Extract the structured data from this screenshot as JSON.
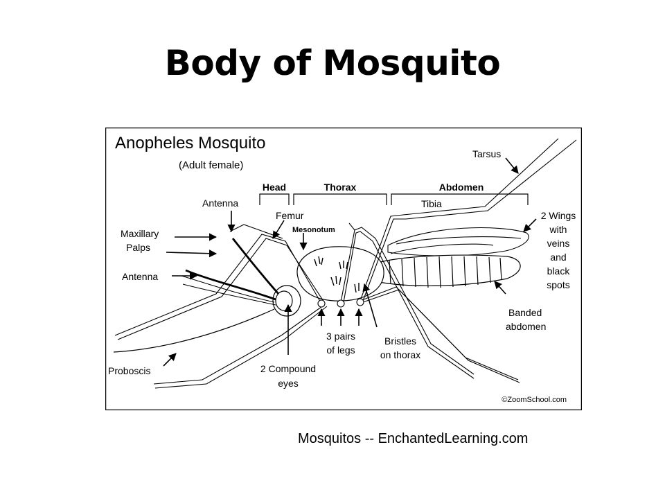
{
  "slide": {
    "title": "Body of Mosquito",
    "caption": "Mosquitos -- EnchantedLearning.com"
  },
  "diagram": {
    "title": "Anopheles Mosquito",
    "subtitle": "(Adult female)",
    "sections": {
      "head": "Head",
      "thorax": "Thorax",
      "abdomen": "Abdomen"
    },
    "labels": {
      "tarsus": "Tarsus",
      "tibia": "Tibia",
      "antenna_top": "Antenna",
      "femur": "Femur",
      "mesonotum": "Mesonotum",
      "maxillary_1": "Maxillary",
      "maxillary_2": "Palps",
      "antenna_left": "Antenna",
      "wings_1": "2 Wings",
      "wings_2": "with",
      "wings_3": "veins",
      "wings_4": "and",
      "wings_5": "black",
      "wings_6": "spots",
      "banded_1": "Banded",
      "banded_2": "abdomen",
      "legs_1": "3 pairs",
      "legs_2": "of legs",
      "bristles_1": "Bristles",
      "bristles_2": "on thorax",
      "proboscis": "Proboscis",
      "eyes_1": "2 Compound",
      "eyes_2": "eyes",
      "credit": "©ZoomSchool.com"
    },
    "colors": {
      "stroke": "#000000",
      "background": "#ffffff"
    }
  }
}
